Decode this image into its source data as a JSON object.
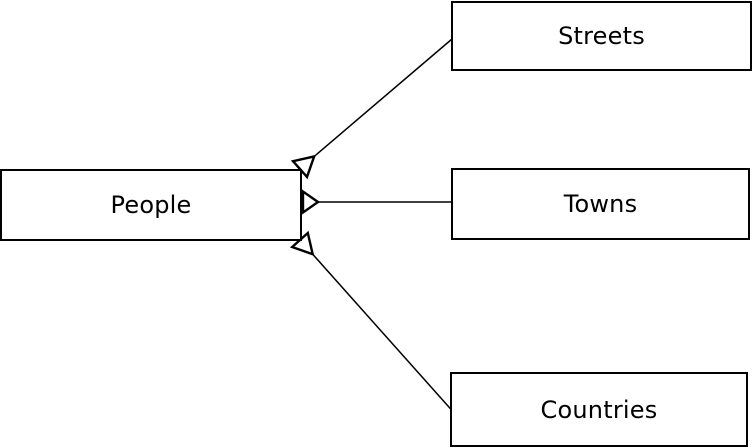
{
  "colors": {
    "background": "#ffffff",
    "stroke": "#000000",
    "text": "#000000"
  },
  "nodes": {
    "people": {
      "label": "People"
    },
    "streets": {
      "label": "Streets"
    },
    "towns": {
      "label": "Towns"
    },
    "countries": {
      "label": "Countries"
    }
  },
  "edges": [
    {
      "from": "People",
      "to": "Streets",
      "arrowhead": "hollow-triangle",
      "arrowhead_at": "People"
    },
    {
      "from": "People",
      "to": "Towns",
      "arrowhead": "hollow-triangle",
      "arrowhead_at": "People"
    },
    {
      "from": "People",
      "to": "Countries",
      "arrowhead": "hollow-triangle",
      "arrowhead_at": "People"
    }
  ]
}
